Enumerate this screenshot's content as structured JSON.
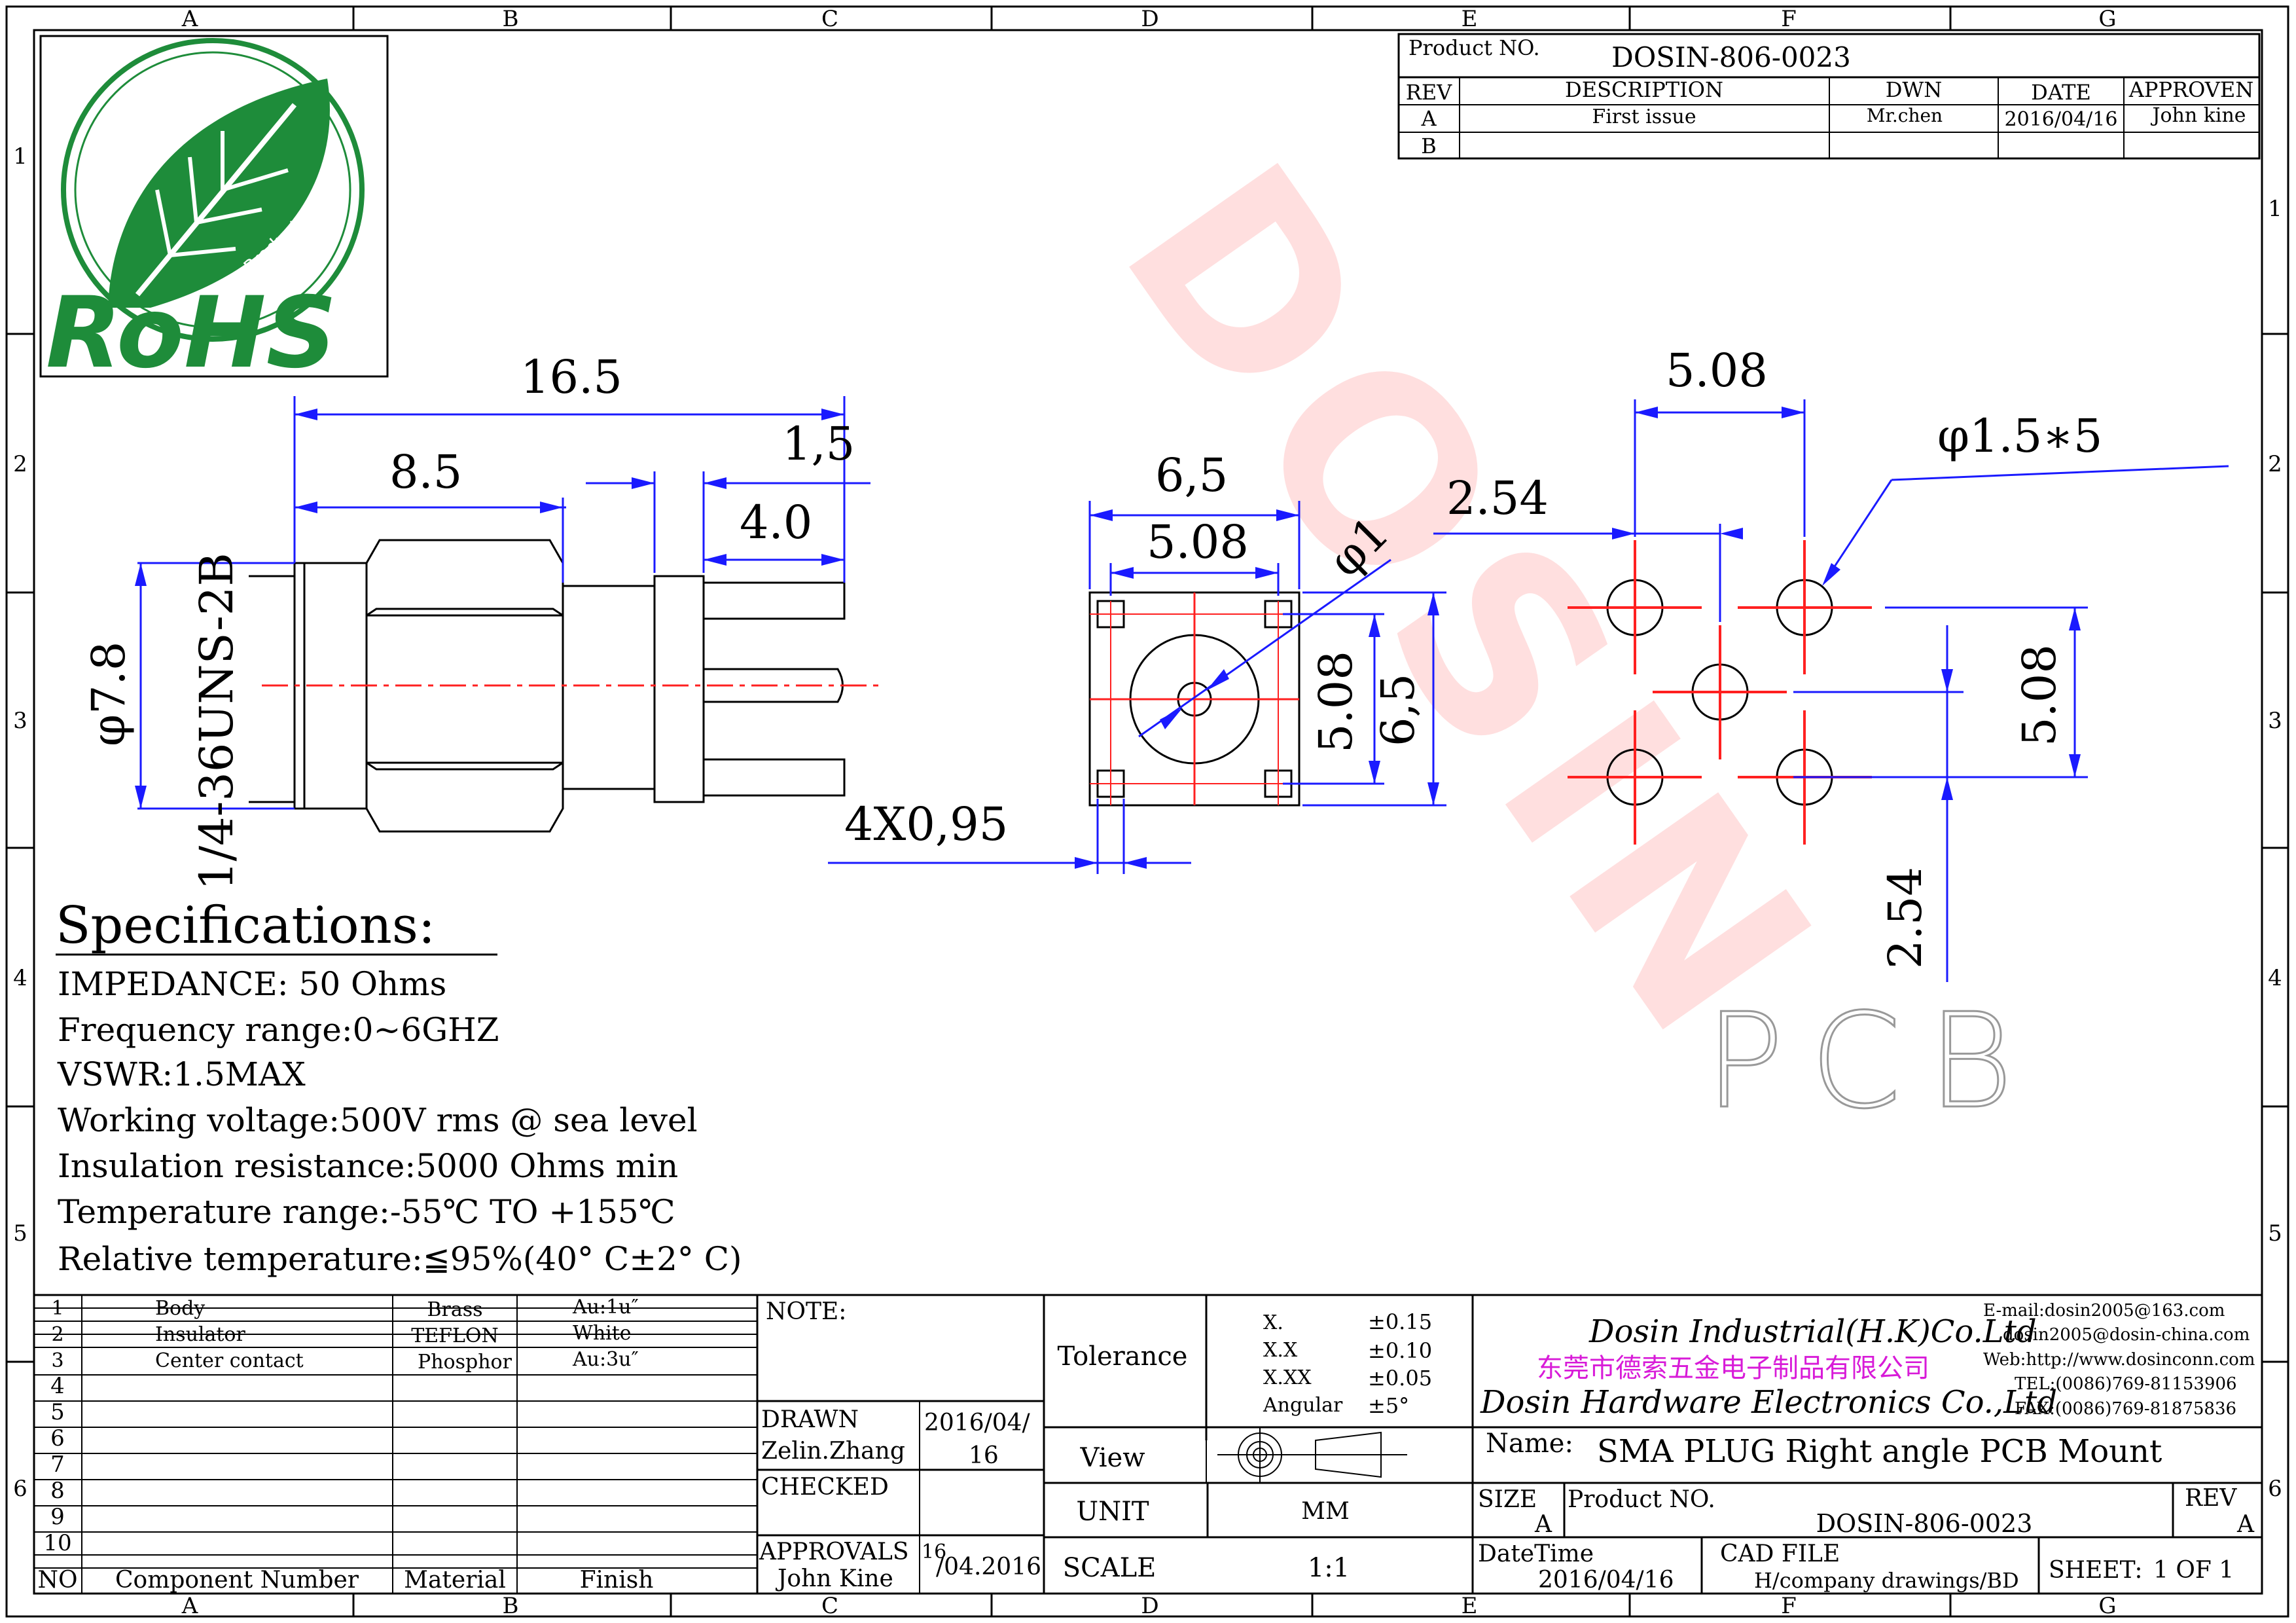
{
  "border": {
    "columns": [
      "A",
      "B",
      "C",
      "D",
      "E",
      "F",
      "G"
    ],
    "rows": [
      "1",
      "2",
      "3",
      "4",
      "5",
      "6"
    ]
  },
  "logo": {
    "word": "RoHS",
    "ring_text": "Green Product",
    "color": "#1e8c3a"
  },
  "watermark": "DOSIN",
  "header": {
    "product_no_label": "Product NO.",
    "product_no": "DOSIN-806-0023",
    "columns": {
      "rev": "REV",
      "description": "DESCRIPTION",
      "dwn": "DWN",
      "date": "DATE",
      "approven": "APPROVEN"
    },
    "rows": [
      {
        "rev": "A",
        "description": "First issue",
        "dwn": "Mr.chen",
        "date": "2016/04/16",
        "approven": "John kine"
      },
      {
        "rev": "B",
        "description": "",
        "dwn": "",
        "date": "",
        "approven": ""
      }
    ]
  },
  "dimensions": {
    "overall_length": "16.5",
    "body_length": "8.5",
    "pin_offset": "1,5",
    "pin_length": "4.0",
    "body_diameter": "φ7.8",
    "thread": "1/4-36UNS-2B",
    "outer_width": "6,5",
    "pin_pitch": "5.08",
    "center_pin_dia": "φ1",
    "pin_pitch_vertical": "5.08",
    "outer_height": "6,5",
    "pin_size": "4X0,95",
    "pcb_pitch": "5.08",
    "pcb_hole": "φ1.5∗5",
    "pcb_offset_h": "2.54",
    "pcb_pitch_vertical": "5.08",
    "pcb_offset_v": "2.54",
    "pcb_label": "PCB"
  },
  "specifications": {
    "title": "Specifications:",
    "lines": [
      "IMPEDANCE: 50 Ohms",
      "Frequency range:0~6GHZ",
      "VSWR:1.5MAX",
      "Working voltage:500V rms @ sea level",
      "Insulation resistance:5000 Ohms min",
      "Temperature range:-55℃ TO +155℃",
      "Relative temperature:≦95%(40° C±2° C)"
    ]
  },
  "bom": {
    "rows": [
      {
        "no": "1",
        "component": "Body",
        "material": "Brass",
        "finish": "Au:1u″"
      },
      {
        "no": "2",
        "component": "Insulator",
        "material": "TEFLON",
        "finish": "White"
      },
      {
        "no": "3",
        "component": "Center contact",
        "material": "Phosphor",
        "finish": "Au:3u″"
      },
      {
        "no": "4",
        "component": "",
        "material": "",
        "finish": ""
      },
      {
        "no": "5",
        "component": "",
        "material": "",
        "finish": ""
      },
      {
        "no": "6",
        "component": "",
        "material": "",
        "finish": ""
      },
      {
        "no": "7",
        "component": "",
        "material": "",
        "finish": ""
      },
      {
        "no": "8",
        "component": "",
        "material": "",
        "finish": ""
      },
      {
        "no": "9",
        "component": "",
        "material": "",
        "finish": ""
      },
      {
        "no": "10",
        "component": "",
        "material": "",
        "finish": ""
      }
    ],
    "header": {
      "no": "NO",
      "component": "Component Number",
      "material": "Material",
      "finish": "Finish"
    }
  },
  "title_block": {
    "note_label": "NOTE:",
    "drawn_label": "DRAWN",
    "drawn_by": "Zelin.Zhang",
    "drawn_date_1": "2016/04/",
    "drawn_date_2": "16",
    "checked_label": "CHECKED",
    "approvals_label": "APPROVALS",
    "approvals_by": "John Kine",
    "approvals_date_1": "16",
    "approvals_date_2": "/04.2016",
    "tolerance_label": "Tolerance",
    "tolerances": [
      {
        "k": "X.",
        "v": "±0.15"
      },
      {
        "k": "X.X",
        "v": "±0.10"
      },
      {
        "k": "X.XX",
        "v": "±0.05"
      },
      {
        "k": "Angular",
        "v": "±5°"
      }
    ],
    "view_label": "View",
    "unit_label": "UNIT",
    "unit_value": "MM",
    "scale_label": "SCALE",
    "scale_value": "1:1",
    "company_en_1": "Dosin Industrial(H.K)Co.Ltd",
    "company_cn": "东莞市德索五金电子制品有限公司",
    "company_en_2": "Dosin Hardware Electronics Co.,Ltd",
    "contacts": [
      "E-mail:dosin2005@163.com",
      "dosin2005@dosin-china.com",
      "Web:http://www.dosinconn.com",
      "TEL:(0086)769-81153906",
      "FAX:(0086)769-81875836"
    ],
    "name_label": "Name:",
    "name_value": "SMA PLUG Right angle PCB Mount",
    "size_label": "SIZE",
    "size_value": "A",
    "product_no_label": "Product NO.",
    "product_no": "DOSIN-806-0023",
    "rev_label": "REV",
    "rev_value": "A",
    "datetime_label": "DateTime",
    "datetime_value": "2016/04/16",
    "cad_label": "CAD FILE",
    "cad_value": "H/company drawings/BD",
    "sheet_label": "SHEET:",
    "sheet_value": "1 OF 1"
  },
  "colors": {
    "dimension": "#1a1aff",
    "centerline": "#ff2020",
    "company_cn": "#d81bd8"
  }
}
